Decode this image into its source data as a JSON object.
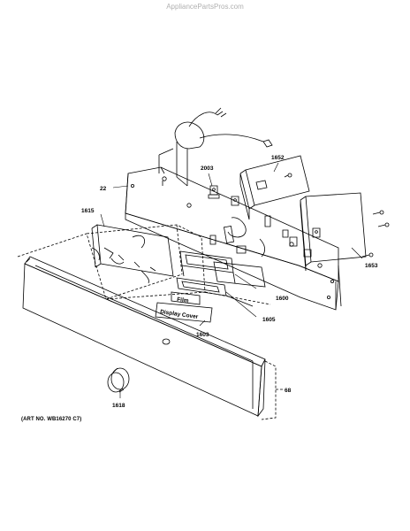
{
  "watermark": "AppliancePartsPros.com",
  "art_number": "(ART NO. WB16270 C7)",
  "parts": {
    "p22": "22",
    "p2003": "2003",
    "p1652": "1652",
    "p1615": "1615",
    "p1600": "1600",
    "p1605": "1605",
    "p1603": "1603",
    "p1653": "1653",
    "p1618": "1618",
    "p68": "68"
  },
  "labels": {
    "film": "Film",
    "display_cover": "Display Cover"
  }
}
